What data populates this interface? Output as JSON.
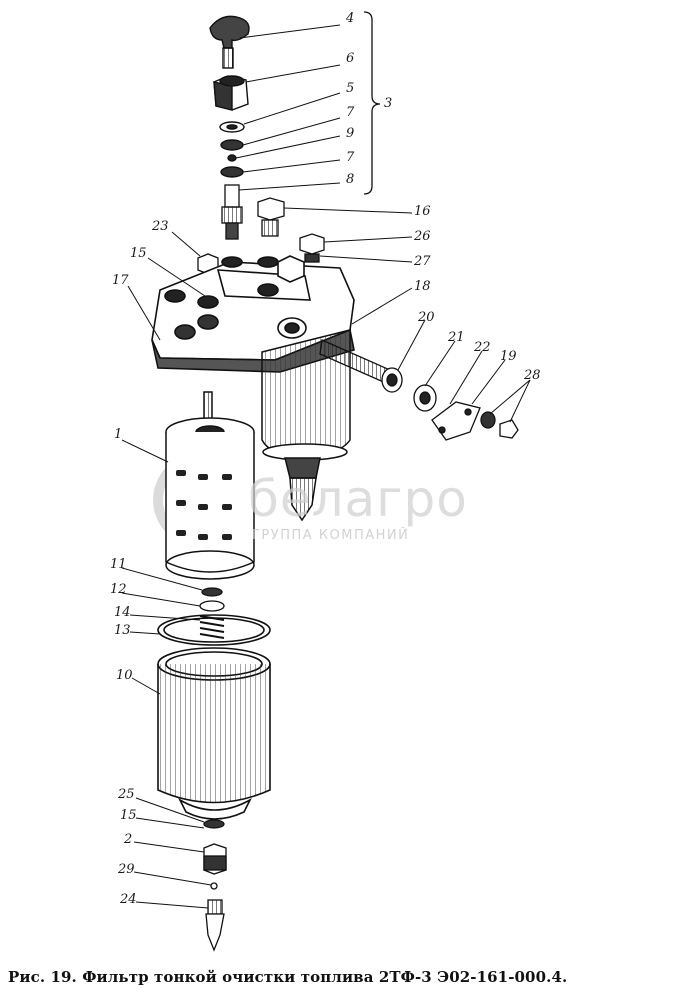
{
  "caption": "Рис. 19. Фильтр тонкой очистки топлива 2ТФ-3 Э02-161-000.4.",
  "watermark": {
    "name": "белагро",
    "subtitle": "ГРУППА КОМПАНИЙ"
  },
  "callouts": [
    {
      "id": "c4",
      "text": "4"
    },
    {
      "id": "c6",
      "text": "6"
    },
    {
      "id": "c5",
      "text": "5"
    },
    {
      "id": "c7a",
      "text": "7"
    },
    {
      "id": "c9",
      "text": "9"
    },
    {
      "id": "c7b",
      "text": "7"
    },
    {
      "id": "c8",
      "text": "8"
    },
    {
      "id": "c3",
      "text": "3"
    },
    {
      "id": "c16",
      "text": "16"
    },
    {
      "id": "c26",
      "text": "26"
    },
    {
      "id": "c27",
      "text": "27"
    },
    {
      "id": "c23",
      "text": "23"
    },
    {
      "id": "c15a",
      "text": "15"
    },
    {
      "id": "c17",
      "text": "17"
    },
    {
      "id": "c18",
      "text": "18"
    },
    {
      "id": "c20",
      "text": "20"
    },
    {
      "id": "c21",
      "text": "21"
    },
    {
      "id": "c22",
      "text": "22"
    },
    {
      "id": "c19",
      "text": "19"
    },
    {
      "id": "c28",
      "text": "28"
    },
    {
      "id": "c1",
      "text": "1"
    },
    {
      "id": "c11",
      "text": "11"
    },
    {
      "id": "c12",
      "text": "12"
    },
    {
      "id": "c14",
      "text": "14"
    },
    {
      "id": "c13",
      "text": "13"
    },
    {
      "id": "c10",
      "text": "10"
    },
    {
      "id": "c25",
      "text": "25"
    },
    {
      "id": "c15b",
      "text": "15"
    },
    {
      "id": "c2",
      "text": "2"
    },
    {
      "id": "c29",
      "text": "29"
    },
    {
      "id": "c24",
      "text": "24"
    }
  ]
}
